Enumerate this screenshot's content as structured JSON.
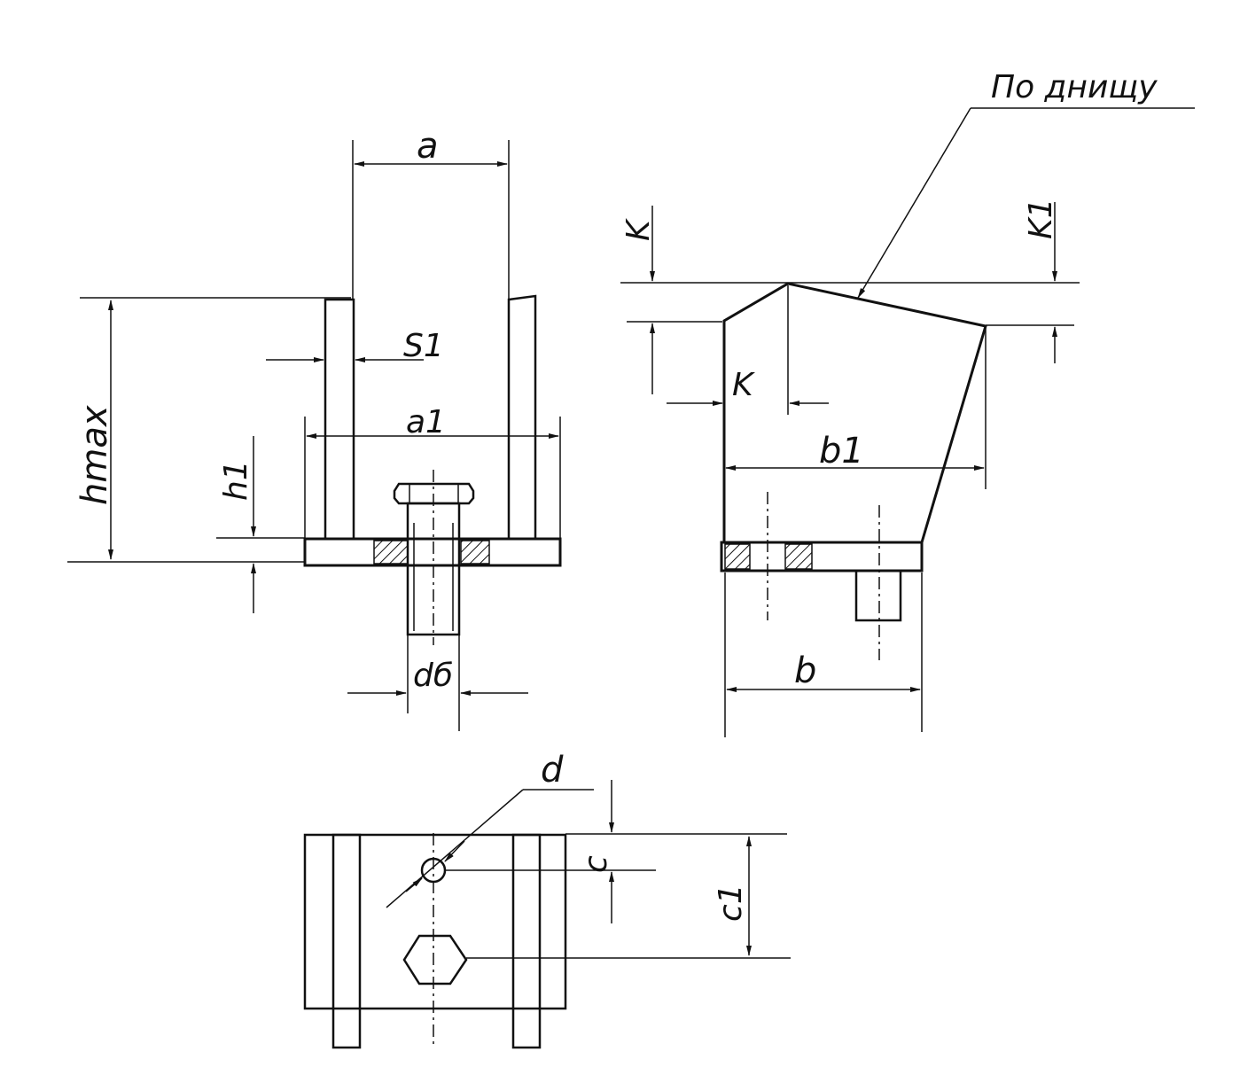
{
  "note": {
    "label": "По днищу"
  },
  "dimensions": {
    "a": "a",
    "a1": "a1",
    "s1": "S1",
    "h1": "h1",
    "hmax": "hmax",
    "d_bolt": "dб",
    "k_top": "K",
    "k_side": "K",
    "k1": "K1",
    "b1": "b1",
    "b": "b",
    "d": "d",
    "c": "c",
    "c1": "c1"
  },
  "colors": {
    "ink": "#111111",
    "paper": "#ffffff"
  }
}
